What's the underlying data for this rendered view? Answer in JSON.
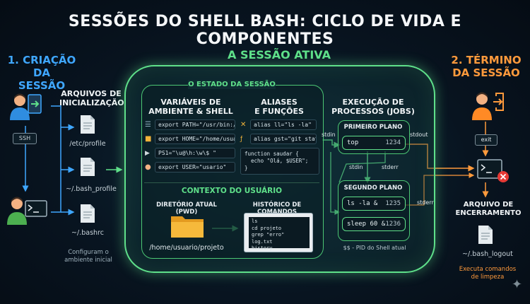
{
  "title": "SESSÕES DO SHELL BASH: CICLO DE VIDA E COMPONENTES",
  "creation": {
    "heading_line1": "1. CRIAÇÃO DA",
    "heading_line2": "SESSÃO",
    "ssh_label": "SSH",
    "init_files_title_line1": "ARQUIVOS DE",
    "init_files_title_line2": "INICIALIZAÇÃO",
    "files": [
      "/etc/profile",
      "~/.bash_profile",
      "~/.bashrc"
    ],
    "footer_line1": "Configuram o",
    "footer_line2": "ambiente inicial"
  },
  "session": {
    "heading": "A SESSÃO ATIVA",
    "state_label": "O ESTADO DA SESSÃO",
    "vars": {
      "title_line1": "VARIÁVEIS DE",
      "title_line2": "AMBIENTE & SHELL",
      "items": [
        "export PATH=\"/usr/bin:/bin\"",
        "export HOME=\"/home/usuario\"",
        "PS1=\"\\u@\\h:\\w\\$ \"",
        "export USER=\"usario\""
      ]
    },
    "aliases": {
      "title_line1": "ALIASES",
      "title_line2": "E FUNÇÕES",
      "items": [
        "alias ll=\"ls -la\"",
        "alias gst=\"git status\""
      ],
      "function_code": "function saudar {\n  echo \"Olá, $USER\";\n}"
    },
    "context": {
      "title": "CONTEXTO DO USUÁRIO",
      "pwd_title": "DIRETÓRIO ATUAL (PWD)",
      "pwd_value": "/home/usuario/projeto",
      "history_title": "HISTÓRICO DE COMANDOS",
      "history_items": [
        "ls",
        "cd projeto",
        "grep \"erro\" log.txt",
        "history"
      ]
    },
    "jobs": {
      "title_line1": "EXECUÇÃO DE",
      "title_line2": "PROCESSOS (JOBS)",
      "foreground_title": "PRIMEIRO PLANO",
      "foreground": [
        {
          "cmd": "top",
          "pid": "1234"
        }
      ],
      "background_title": "SEGUNDO PLANO",
      "background": [
        {
          "cmd": "ls -la &",
          "pid": "1235"
        },
        {
          "cmd": "sleep 60 &",
          "pid": "1236"
        }
      ],
      "stdin": "stdin",
      "stdout": "stdout",
      "stderr": "stderr",
      "stdin2": "stdin",
      "stderr2": "stderr",
      "pid_note": "$$ - PID do Shell atual"
    }
  },
  "termination": {
    "heading_line1": "2. TÉRMINO",
    "heading_line2": "DA SESSÃO",
    "exit_label": "exit",
    "file_title_line1": "ARQUIVO DE",
    "file_title_line2": "ENCERRAMENTO",
    "file": "~/.bash_logout",
    "footer_line1": "Executa comandos",
    "footer_line2": "de limpeza"
  },
  "colors": {
    "blue": "#3fa7ff",
    "green": "#5fe08a",
    "orange": "#ff9a3c",
    "red": "#e53935"
  }
}
